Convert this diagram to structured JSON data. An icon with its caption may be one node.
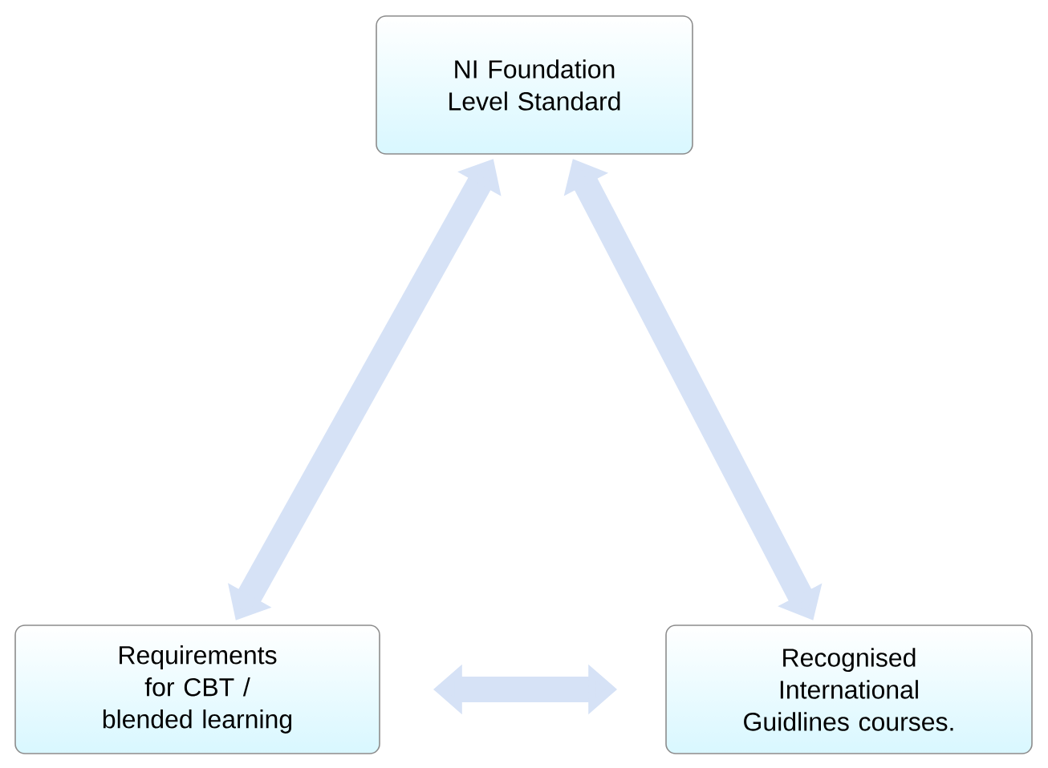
{
  "diagram": {
    "nodes": [
      {
        "text": [
          "NI Foundation Level Standard"
        ]
      },
      {
        "text": [
          "Requirements for CBT / blended learning"
        ]
      },
      {
        "text": [
          "Recognised International Guidlines courses."
        ]
      }
    ],
    "edges": [
      {
        "from": 0,
        "to": 1,
        "arrow": "both"
      },
      {
        "from": 0,
        "to": 2,
        "arrow": "both"
      },
      {
        "from": 1,
        "to": 2,
        "arrow": "both"
      }
    ]
  }
}
